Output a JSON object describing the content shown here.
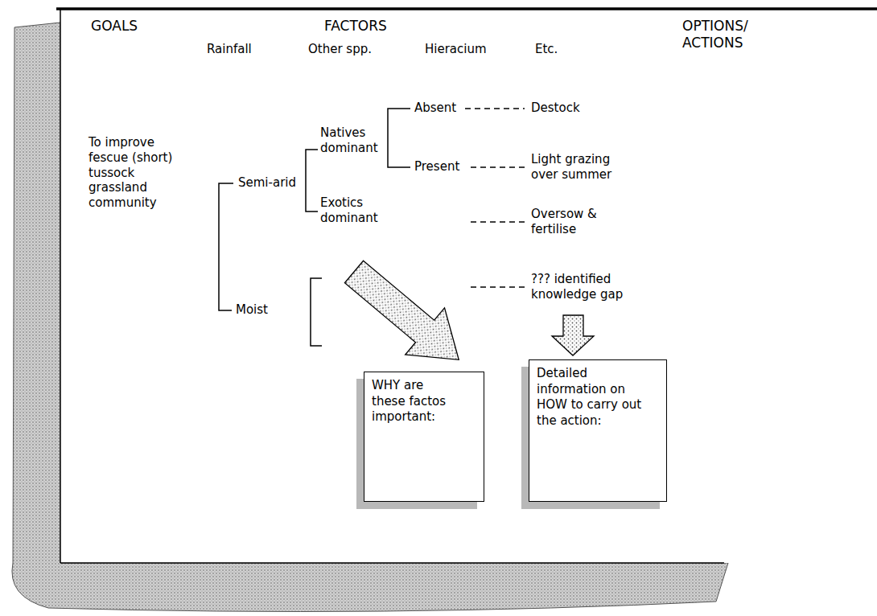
{
  "diagram": {
    "nodes": [
      {
        "text": [
          "WHY are these factos important:"
        ]
      },
      {
        "text": [
          "Detailed information on HOW to carry out the action:"
        ]
      }
    ],
    "labels": [
      "GOALS",
      "FACTORS",
      "OPTIONS/ ACTIONS",
      "Rainfall",
      "Other spp.",
      "Hieracium",
      "Etc.",
      "To improve fescue (short) tussock grassland community",
      "Semi-arid",
      "Natives dominant",
      "Absent",
      "Destock",
      "Present",
      "Light grazing over summer",
      "Exotics dominant",
      "Oversow & fertilise",
      "Moist",
      "??? identified knowledge gap"
    ]
  }
}
